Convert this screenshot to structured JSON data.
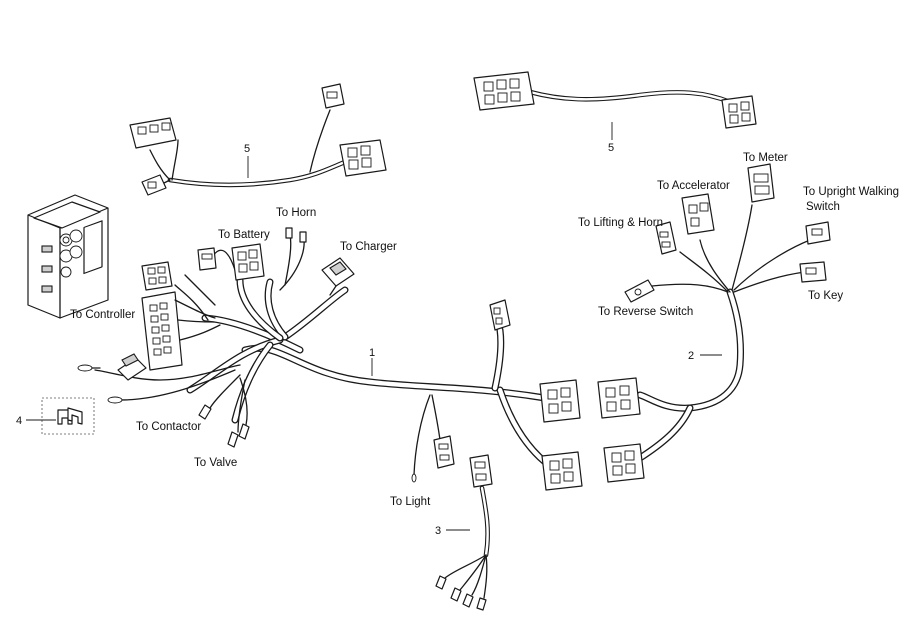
{
  "labels": {
    "to_horn": "To Horn",
    "to_battery": "To Battery",
    "to_charger": "To Charger",
    "to_controller": "To Controller",
    "to_contactor": "To Contactor",
    "to_valve": "To Valve",
    "to_light": "To Light",
    "to_accelerator": "To Accelerator",
    "to_meter": "To Meter",
    "to_upright_walking_switch_1": "To Upright Walking",
    "to_upright_walking_switch_2": "Switch",
    "to_lifting_horn": "To Lifting & Horn",
    "to_reverse_switch": "To Reverse Switch",
    "to_key": "To Key"
  },
  "callouts": {
    "item_1": "1",
    "item_2": "2",
    "item_3": "3",
    "item_4": "4",
    "item_5_left": "5",
    "item_5_right": "5"
  }
}
